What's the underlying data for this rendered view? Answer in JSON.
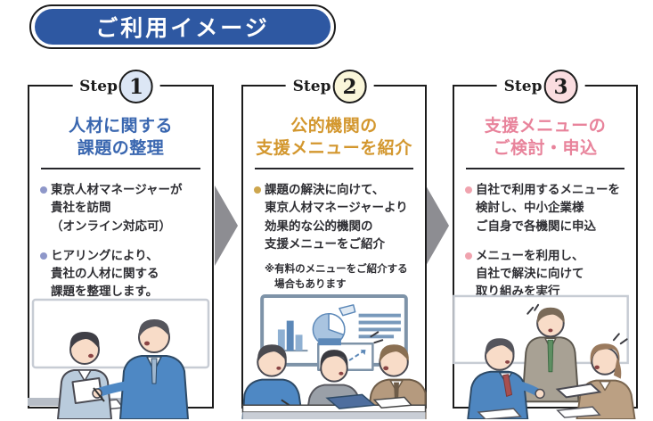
{
  "header": {
    "title": "ご利用イメージ",
    "bg_color": "#2e58a2",
    "text_color": "#ffffff"
  },
  "arrow_color": "#8d8d92",
  "steps": [
    {
      "step_label": "Step",
      "number": "1",
      "circle_color": "#dce6f5",
      "accent_color": "#3a67b0",
      "bullet_dot_color": "#8e97c9",
      "title_lines": [
        "人材に関する",
        "課題の整理"
      ],
      "bullets": [
        {
          "lines": [
            "東京人材マネージャーが",
            "貴社を訪問",
            "（オンライン対応可）"
          ]
        },
        {
          "lines": [
            "ヒアリングにより、",
            "貴社の人材に関する",
            "課題を整理します。"
          ]
        }
      ],
      "note_lines": [],
      "illustration": "two-people-consultation-meeting"
    },
    {
      "step_label": "Step",
      "number": "2",
      "circle_color": "#faf6da",
      "accent_color": "#d3972e",
      "bullet_dot_color": "#cda64e",
      "title_lines": [
        "公的機関の",
        "支援メニューを紹介"
      ],
      "bullets": [
        {
          "lines": [
            "課題の解決に向けて、",
            "東京人材マネージャーより",
            "効果的な公的機関の",
            "支援メニューをご紹介"
          ]
        }
      ],
      "note_lines": [
        "※有料のメニューをご紹介する",
        "場合もあります"
      ],
      "illustration": "presentation-with-charts-meeting"
    },
    {
      "step_label": "Step",
      "number": "3",
      "circle_color": "#fadde0",
      "accent_color": "#e8839b",
      "bullet_dot_color": "#f0a3ae",
      "title_lines": [
        "支援メニューの",
        "ご検討・申込"
      ],
      "bullets": [
        {
          "lines": [
            "自社で利用するメニューを",
            "検討し、中小企業様",
            "ご自身で各機関に申込"
          ]
        },
        {
          "lines": [
            "メニューを利用し、",
            "自社で解決に向けて",
            "取り組みを実行"
          ]
        }
      ],
      "note_lines": [],
      "illustration": "team-discussion-application"
    }
  ]
}
